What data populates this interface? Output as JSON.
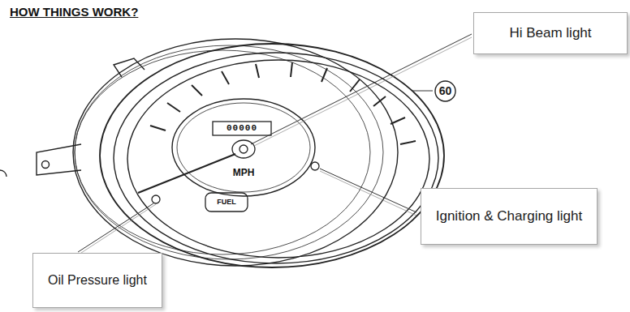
{
  "diagram": {
    "title": "HOW THINGS WORK?",
    "nodes": [
      {
        "text": [
          "Hi Beam light"
        ]
      },
      {
        "text": [
          "60"
        ]
      },
      {
        "text": [
          "Ignition & Charging light"
        ]
      },
      {
        "text": [
          "Oil Pressure light"
        ]
      }
    ],
    "labels": [
      "MPH",
      "FUEL",
      "00000"
    ]
  }
}
